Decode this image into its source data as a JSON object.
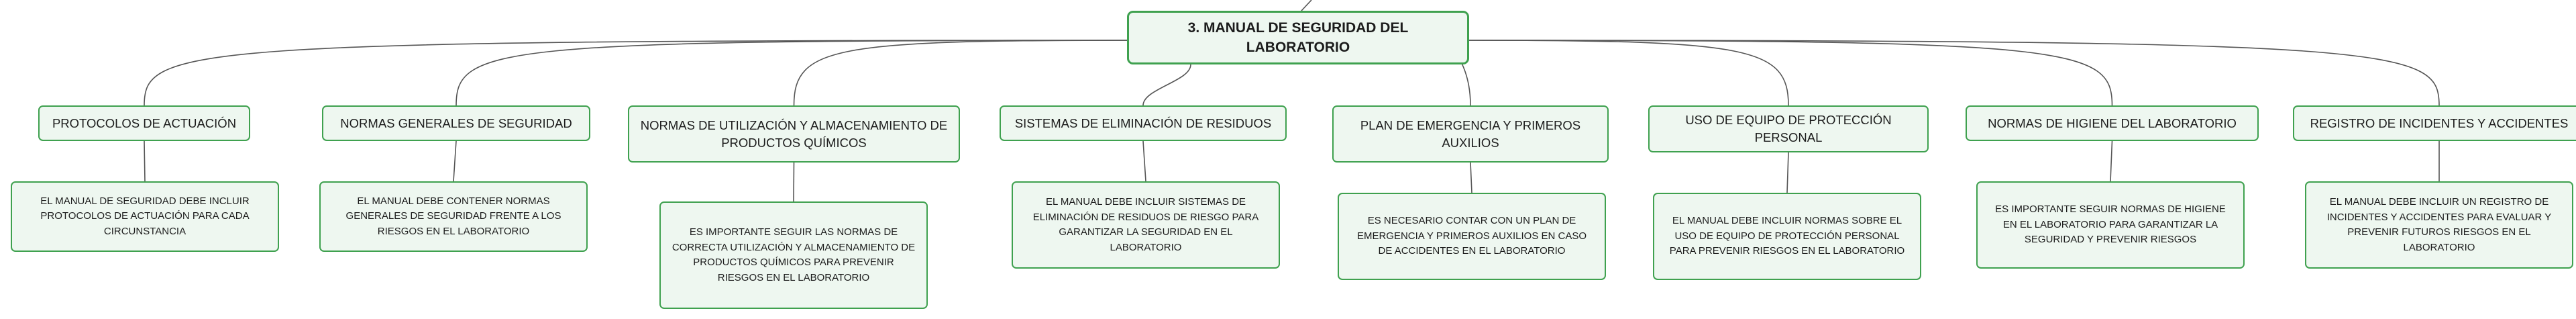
{
  "root": {
    "label": "3. MANUAL DE SEGURIDAD DEL LABORATORIO"
  },
  "branches": [
    {
      "category": "PROTOCOLOS DE ACTUACIÓN",
      "detail": "EL MANUAL DE SEGURIDAD DEBE INCLUIR PROTOCOLOS DE ACTUACIÓN PARA CADA CIRCUNSTANCIA"
    },
    {
      "category": "NORMAS GENERALES DE SEGURIDAD",
      "detail": "EL MANUAL DEBE CONTENER NORMAS GENERALES DE SEGURIDAD FRENTE A LOS RIESGOS EN EL LABORATORIO"
    },
    {
      "category": "NORMAS DE UTILIZACIÓN Y ALMACENAMIENTO DE PRODUCTOS QUÍMICOS",
      "detail": "ES IMPORTANTE SEGUIR LAS NORMAS DE CORRECTA UTILIZACIÓN Y ALMACENAMIENTO DE PRODUCTOS QUÍMICOS PARA PREVENIR RIESGOS EN EL LABORATORIO"
    },
    {
      "category": "SISTEMAS DE ELIMINACIÓN DE RESIDUOS",
      "detail": "EL MANUAL DEBE INCLUIR SISTEMAS DE ELIMINACIÓN DE RESIDUOS DE RIESGO PARA GARANTIZAR LA SEGURIDAD EN EL LABORATORIO"
    },
    {
      "category": "PLAN DE EMERGENCIA Y PRIMEROS AUXILIOS",
      "detail": "ES NECESARIO CONTAR CON UN PLAN DE EMERGENCIA Y PRIMEROS AUXILIOS EN CASO DE ACCIDENTES EN EL LABORATORIO"
    },
    {
      "category": "USO DE EQUIPO DE PROTECCIÓN PERSONAL",
      "detail": "EL MANUAL DEBE INCLUIR NORMAS SOBRE EL USO DE EQUIPO DE PROTECCIÓN PERSONAL PARA PREVENIR RIESGOS EN EL LABORATORIO"
    },
    {
      "category": "NORMAS DE HIGIENE DEL LABORATORIO",
      "detail": "ES IMPORTANTE SEGUIR NORMAS DE HIGIENE EN EL LABORATORIO PARA GARANTIZAR LA SEGURIDAD Y PREVENIR RIESGOS"
    },
    {
      "category": "REGISTRO DE INCIDENTES Y ACCIDENTES",
      "detail": "EL MANUAL DEBE INCLUIR UN REGISTRO DE INCIDENTES Y ACCIDENTES PARA EVALUAR Y PREVENIR FUTUROS RIESGOS EN EL LABORATORIO"
    }
  ],
  "colors": {
    "node_border": "#3fa14f",
    "node_fill": "#eef7f0",
    "connector": "#555555",
    "text": "#1c1c1c"
  }
}
